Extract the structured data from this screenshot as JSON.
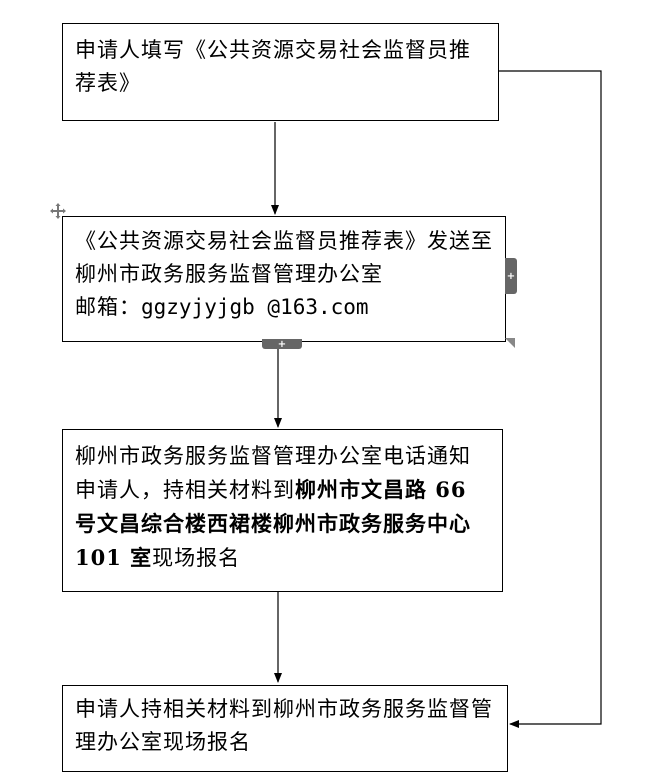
{
  "flow": {
    "step1": {
      "text": "申请人填写《公共资源交易社会监督员推荐表》"
    },
    "step2": {
      "line1": "《公共资源交易社会监督员推荐表》发送至柳州市政务服务监督管理办公室",
      "line2_label": "邮箱：",
      "email": "ggzyjyjgb @163.com"
    },
    "step3": {
      "normal1": "柳州市政务服务监督管理办公室电话通知申请人，持相关材料到",
      "bold": "柳州市文昌路 66 号文昌综合楼西裙楼柳州市政务服务中心 101 室",
      "normal2": "现场报名"
    },
    "step4": {
      "text": "申请人持相关材料到柳州市政务服务监督管理办公室现场报名"
    }
  },
  "handles": {
    "plus": "+"
  },
  "icons": {
    "move": "move-icon",
    "resize": "resize-icon",
    "arrow": "arrowhead"
  }
}
